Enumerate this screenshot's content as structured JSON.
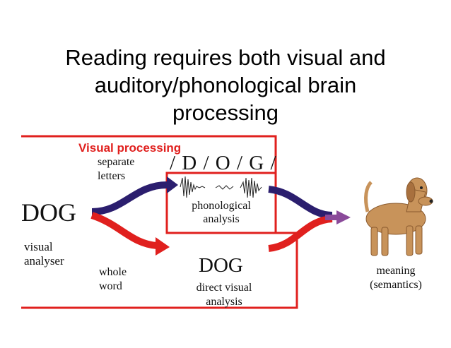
{
  "slide": {
    "title_line1": "Reading requires both visual and",
    "title_line2": "auditory/phonological  brain",
    "title_line3": "processing"
  },
  "diagram": {
    "visual_processing_label": "Visual processing",
    "separate_line1": "separate",
    "separate_line2": "letters",
    "phonemes": "/ D / O / G /",
    "dog_input": "DOG",
    "visual_analyser_line1": "visual",
    "visual_analyser_line2": "analyser",
    "phonological_line1": "phonological",
    "phonological_line2": "analysis",
    "whole_line1": "whole",
    "whole_line2": "word",
    "dog_direct": "DOG",
    "direct_line1": "direct visual",
    "direct_line2": "analysis",
    "meaning_line1": "meaning",
    "meaning_line2": "(semantics)",
    "colors": {
      "red": "#e0201e",
      "navy": "#2b1e6e",
      "purple": "#8a4a9a",
      "dog_body": "#c8935a"
    }
  }
}
